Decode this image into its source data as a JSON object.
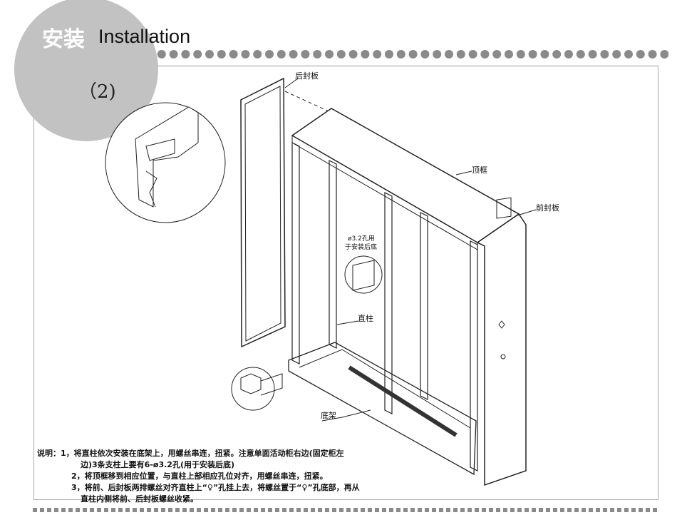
{
  "header": {
    "title_cn": "安装",
    "title_en": "Installation",
    "step": "（2)"
  },
  "labels": {
    "rear_panel": "后封板",
    "top_frame": "顶框",
    "front_panel": "前封板",
    "hole_note_1": "ø3.2孔用",
    "hole_note_2": "于安装后底",
    "column": "直柱",
    "base_frame": "底架"
  },
  "notes": {
    "prefix": "说明：",
    "item1_line1": "1，将直柱依次安装在底架上，用螺丝串连，扭紧。注意单面活动柜右边(固定柜左",
    "item1_line2": "边)3条支柱上要有6-ø3.2孔(用于安装后底)",
    "item2": "2，将顶框移到相应位置，与直柱上部相应孔位对齐，用螺丝串连，扭紧。",
    "item3_line1": "3，将前、后封板两排螺丝对齐直柱上“♀”孔挂上去，将螺丝置于“♀”孔底部，再从",
    "item3_line2": "直柱内侧将前、后封板螺丝收紧。"
  },
  "colors": {
    "badge": "#c2c2c2",
    "dots": "#8a8a8a"
  }
}
